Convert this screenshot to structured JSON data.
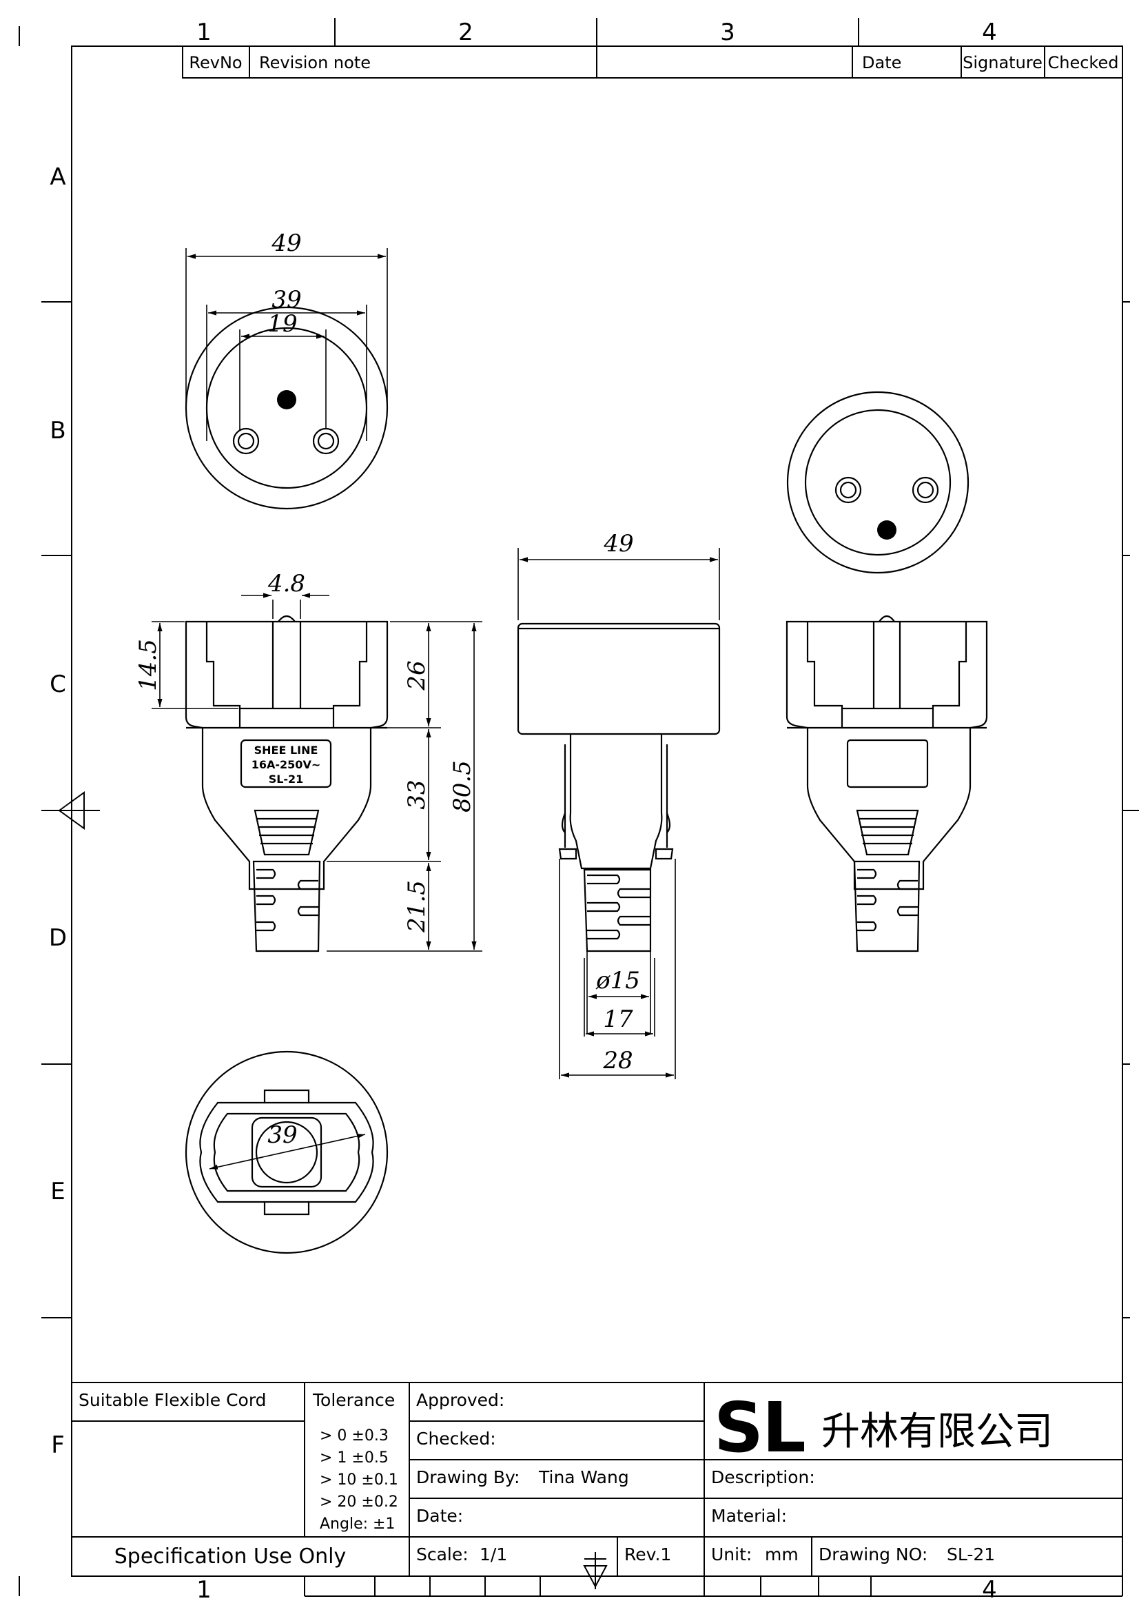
{
  "sheet": {
    "column_numbers": [
      "1",
      "2",
      "3",
      "4"
    ],
    "bottom_column_numbers": [
      "1",
      "4"
    ],
    "row_letters": [
      "A",
      "B",
      "C",
      "D",
      "E",
      "F"
    ]
  },
  "revision_block": {
    "headers": {
      "rev_no": "RevNo",
      "revision_note": "Revision note",
      "date": "Date",
      "signature": "Signature",
      "checked": "Checked"
    }
  },
  "drawing": {
    "product_label": [
      "SHEE LINE",
      "16A-250V~",
      "SL-21"
    ],
    "dimensions": {
      "face_total_width": "49",
      "face_pin_pitch_outer": "39",
      "face_pin_pitch_inner": "19",
      "top_width": "4.8",
      "socket_depth": "14.5",
      "head_height": "26",
      "body_height": "33",
      "overall_length": "80.5",
      "sleeve_length": "21.5",
      "side_width": "49",
      "cord_diameter": "ø15",
      "sleeve_width": "17",
      "strain_relief_width": "28",
      "rear_diameter": "39"
    }
  },
  "title_block": {
    "cord_label": "Suitable Flexible Cord",
    "tolerance_label": "Tolerance",
    "tolerances": [
      "> 0  ±0.3",
      "> 1  ±0.5",
      "> 10  ±0.1",
      "> 20  ±0.2",
      "Angle: ±1"
    ],
    "approved_label": "Approved:",
    "checked_label": "Checked:",
    "drawing_by_label": "Drawing By:",
    "drawing_by_value": "Tina Wang",
    "date_label": "Date:",
    "scale_label": "Scale:",
    "scale_value": "1/1",
    "rev_label": "Rev.1",
    "unit_label": "Unit:",
    "unit_value": "mm",
    "drawing_no_label": "Drawing NO:",
    "drawing_no_value": "SL-21",
    "description_label": "Description:",
    "material_label": "Material:",
    "spec_note": "Specification Use Only",
    "logo_text": "SL",
    "company_name": "升林有限公司"
  }
}
